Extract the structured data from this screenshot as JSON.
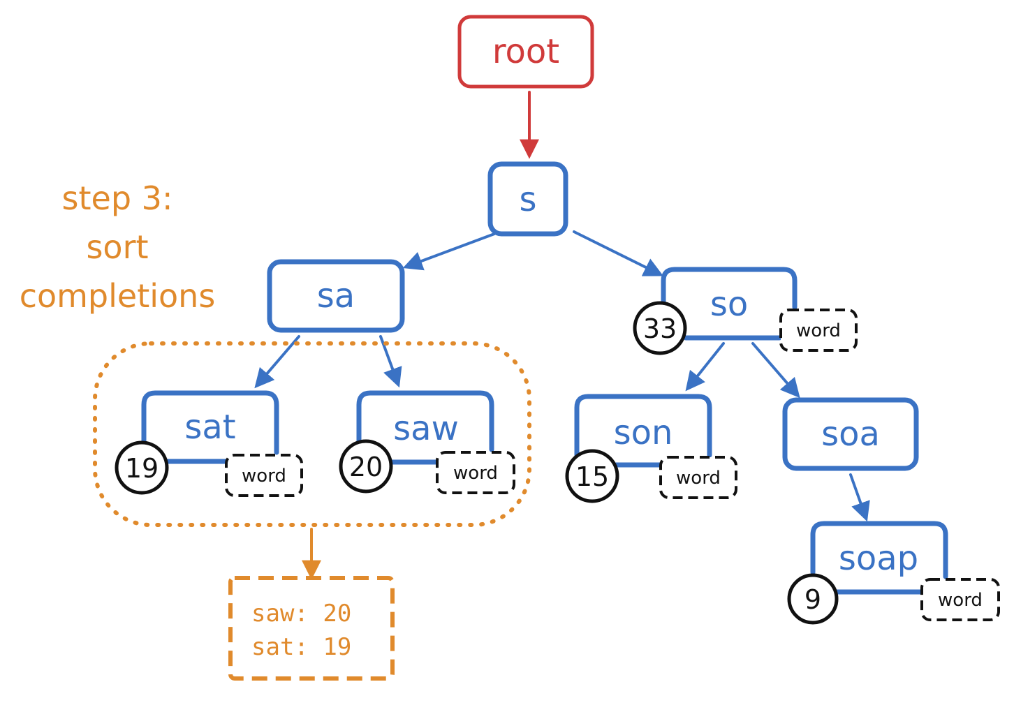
{
  "annotation": {
    "lines": [
      "step 3:",
      "sort",
      "completions"
    ]
  },
  "nodes": {
    "root": "root",
    "s": "s",
    "sa": "sa",
    "so": "so",
    "sat": "sat",
    "saw": "saw",
    "son": "son",
    "soa": "soa",
    "soap": "soap"
  },
  "counts": {
    "so": "33",
    "sat": "19",
    "saw": "20",
    "son": "15",
    "soap": "9"
  },
  "word_tag": "word",
  "result": {
    "lines": [
      "saw: 20",
      "sat: 19"
    ]
  },
  "colors": {
    "root": "#d03a3a",
    "node": "#3a72c4",
    "annotation": "#e08a2c",
    "ink": "#111111"
  }
}
